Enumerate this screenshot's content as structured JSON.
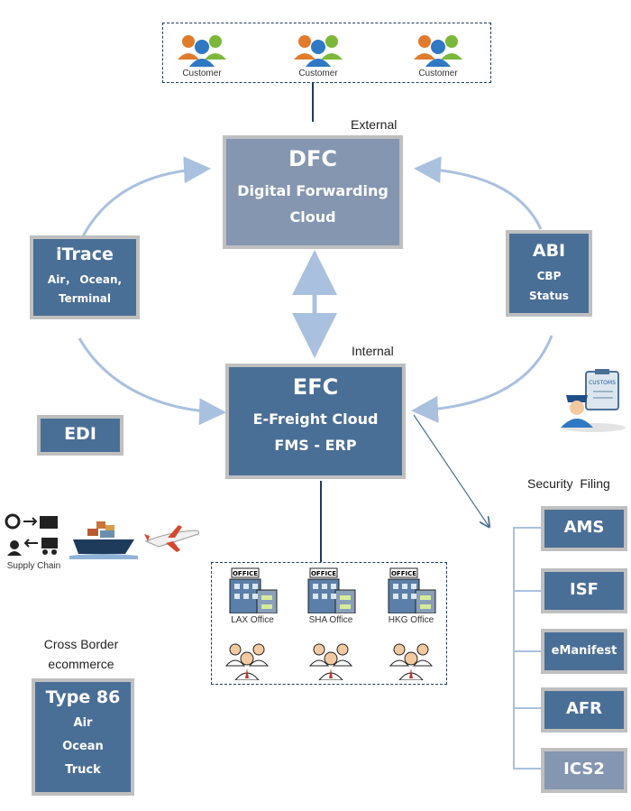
{
  "customers": {
    "labels": [
      "Customer",
      "Customer",
      "Customer"
    ],
    "icon": "customer-group-icon"
  },
  "dfc": {
    "caption": "External",
    "title": "DFC",
    "line1": "Digital Forwarding",
    "line2": "Cloud"
  },
  "efc": {
    "caption": "Internal",
    "title": "EFC",
    "line1": "E-Freight Cloud",
    "line2": "FMS - ERP"
  },
  "itrace": {
    "title": "iTrace",
    "line1": "Air， Ocean,",
    "line2": "Terminal"
  },
  "abi": {
    "title": "ABI",
    "line1": "CBP",
    "line2": "Status"
  },
  "edi": {
    "title": "EDI"
  },
  "supply_chain": {
    "label": "Supply Chain"
  },
  "offices": {
    "labels": [
      "LAX Office",
      "SHA Office",
      "HKG Office"
    ],
    "sign": "OFFICE"
  },
  "cross_border": {
    "caption_line1": "Cross Border",
    "caption_line2": "ecommerce",
    "title": "Type 86",
    "line1": "Air",
    "line2": "Ocean",
    "line3": "Truck"
  },
  "security": {
    "caption": "Security  Filing",
    "items": [
      "AMS",
      "ISF",
      "eManifest",
      "AFR",
      "ICS2"
    ]
  },
  "customs": {
    "label": "CUSTOMS"
  },
  "colors": {
    "box_blue": "#4a6f96",
    "box_light": "#8496b0",
    "border": "#bfbfbf",
    "arrow": "#a9c0de",
    "connector": "#1f3b5c"
  }
}
